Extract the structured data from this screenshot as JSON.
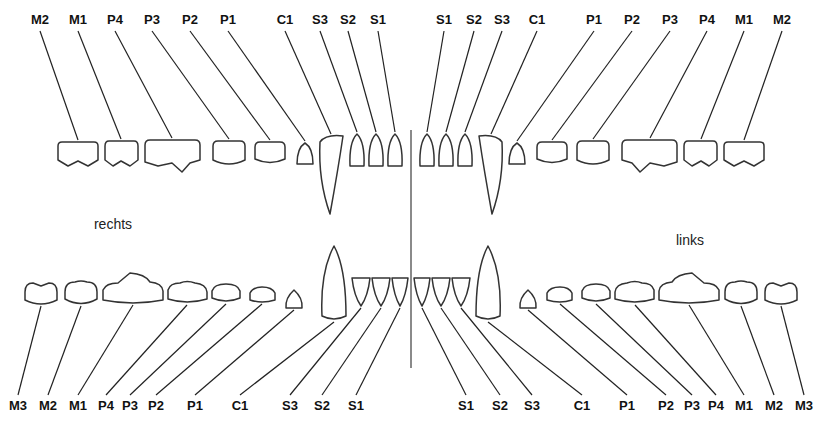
{
  "diagram": {
    "labels": [
      "M2",
      "M1",
      "P4",
      "P3",
      "P2",
      "P1",
      "C1",
      "S3",
      "S2",
      "S1",
      "S1",
      "S2",
      "S3",
      "C1",
      "P1",
      "P2",
      "P3",
      "P4",
      "M1",
      "M2",
      "rechts",
      "links",
      "M3",
      "M2",
      "M1",
      "P4",
      "P3",
      "P2",
      "P1",
      "C1",
      "S3",
      "S2",
      "S1",
      "S1",
      "S2",
      "S3",
      "C1",
      "P1",
      "P2",
      "P3",
      "P4",
      "M1",
      "M2",
      "M3"
    ]
  }
}
